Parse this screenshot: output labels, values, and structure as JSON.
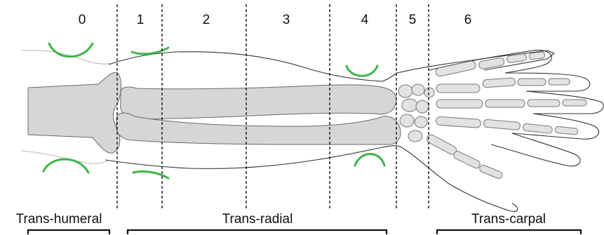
{
  "zones": [
    "0",
    "1",
    "2",
    "3",
    "4",
    "5",
    "6"
  ],
  "regions": {
    "trans_humeral": "Trans-humeral",
    "trans_radial": "Trans-radial",
    "trans_carpal": "Trans-carpal"
  },
  "colors": {
    "electrode_arc": "#3fb54a",
    "bone_fill": "#d6d6d6",
    "outline": "#333333"
  }
}
